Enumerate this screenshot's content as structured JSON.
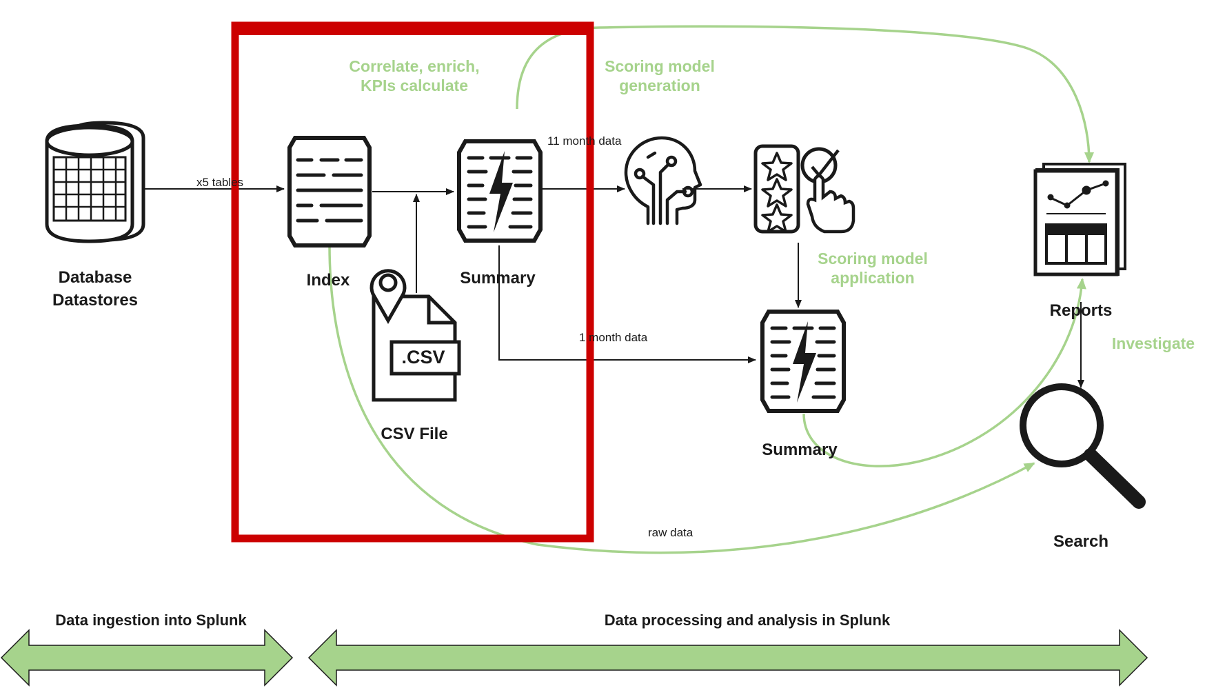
{
  "colors": {
    "flow_green": "#a6d38c",
    "highlight_red": "#cc0000",
    "ink": "#1a1a1a"
  },
  "nodes": {
    "database": {
      "line1": "Database",
      "line2": "Datastores",
      "icon": "database-icon"
    },
    "index": {
      "label": "Index",
      "icon": "index-document-icon"
    },
    "summary1": {
      "label": "Summary",
      "icon": "summary-lightning-icon"
    },
    "csv": {
      "label": "CSV File",
      "badge": ".CSV",
      "icon": "csv-file-icon"
    },
    "ml": {
      "icon": "ai-head-icon"
    },
    "scoring": {
      "icon": "star-rating-checklist-icon"
    },
    "summary2": {
      "label": "Summary",
      "icon": "summary-lightning-icon"
    },
    "reports": {
      "label": "Reports",
      "icon": "report-chart-icon"
    },
    "search": {
      "label": "Search",
      "icon": "magnifier-icon"
    }
  },
  "edges": {
    "tables": "x5 tables",
    "eleven_month": "11 month data",
    "one_month": "1 month data",
    "raw": "raw data"
  },
  "notes": {
    "correlate_l1": "Correlate, enrich,",
    "correlate_l2": "KPIs calculate",
    "scoring_gen_l1": "Scoring model",
    "scoring_gen_l2": "generation",
    "scoring_app_l1": "Scoring model",
    "scoring_app_l2": "application",
    "investigate": "Investigate"
  },
  "bands": {
    "ingestion": "Data ingestion into Splunk",
    "processing": "Data processing and analysis in Splunk"
  }
}
